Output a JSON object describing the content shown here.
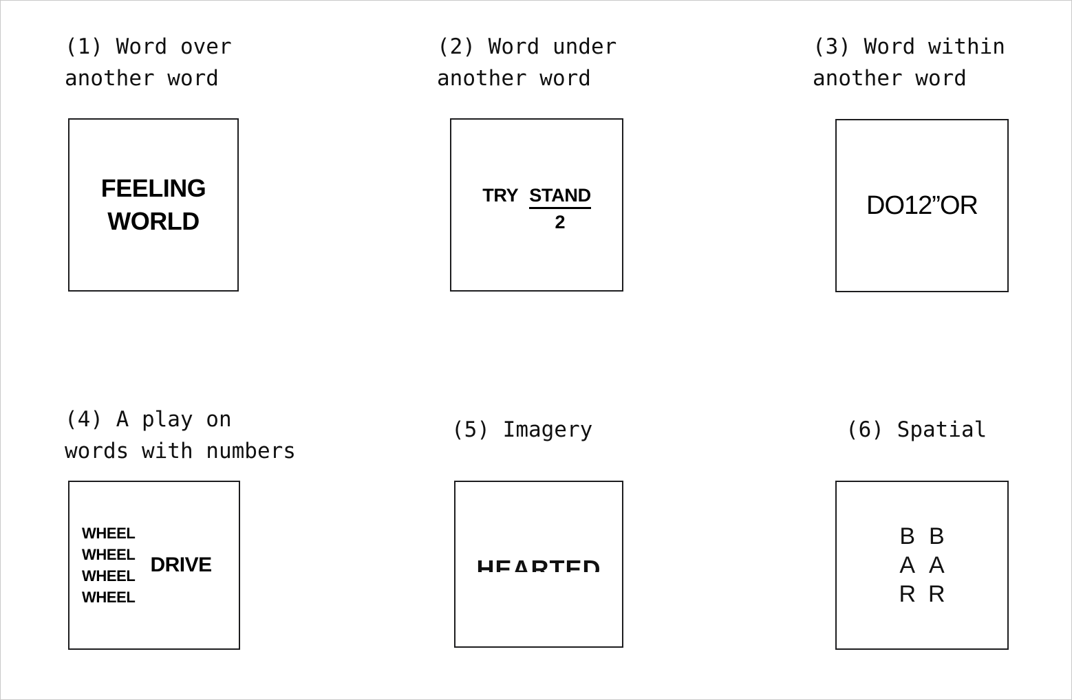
{
  "page": {
    "background": "#ffffff",
    "frame_color": "#c9c9c9",
    "box_border_color": "#1d1d1f",
    "text_color": "#101010"
  },
  "items": [
    {
      "caption": "(1) Word over\nanother word",
      "type": "word-over-word",
      "content": {
        "top_word": "FEELING",
        "bottom_word": "WORLD"
      }
    },
    {
      "caption": "(2) Word under\nanother word",
      "type": "word-under-word",
      "content": {
        "lead_word": "TRY",
        "numerator": "STAND",
        "denominator": "2"
      }
    },
    {
      "caption": "(3) Word within\nanother word",
      "type": "word-within-word",
      "content": {
        "text": "DO12”OR"
      }
    },
    {
      "caption": "(4) A play on\nwords with numbers",
      "type": "play-on-words-with-numbers",
      "content": {
        "repeated_word": "WHEEL",
        "repeat_count": 4,
        "repeated_lines": [
          "WHEEL",
          "WHEEL",
          "WHEEL",
          "WHEEL"
        ],
        "side_word": "DRIVE"
      }
    },
    {
      "caption": "(5) Imagery",
      "type": "imagery",
      "content": {
        "text": "HEARTED",
        "effect": "bottom-half-clipped"
      }
    },
    {
      "caption": "(6) Spatial",
      "type": "spatial",
      "content": {
        "column_one": [
          "B",
          "A",
          "R"
        ],
        "column_two": [
          "B",
          "A",
          "R"
        ]
      }
    }
  ]
}
